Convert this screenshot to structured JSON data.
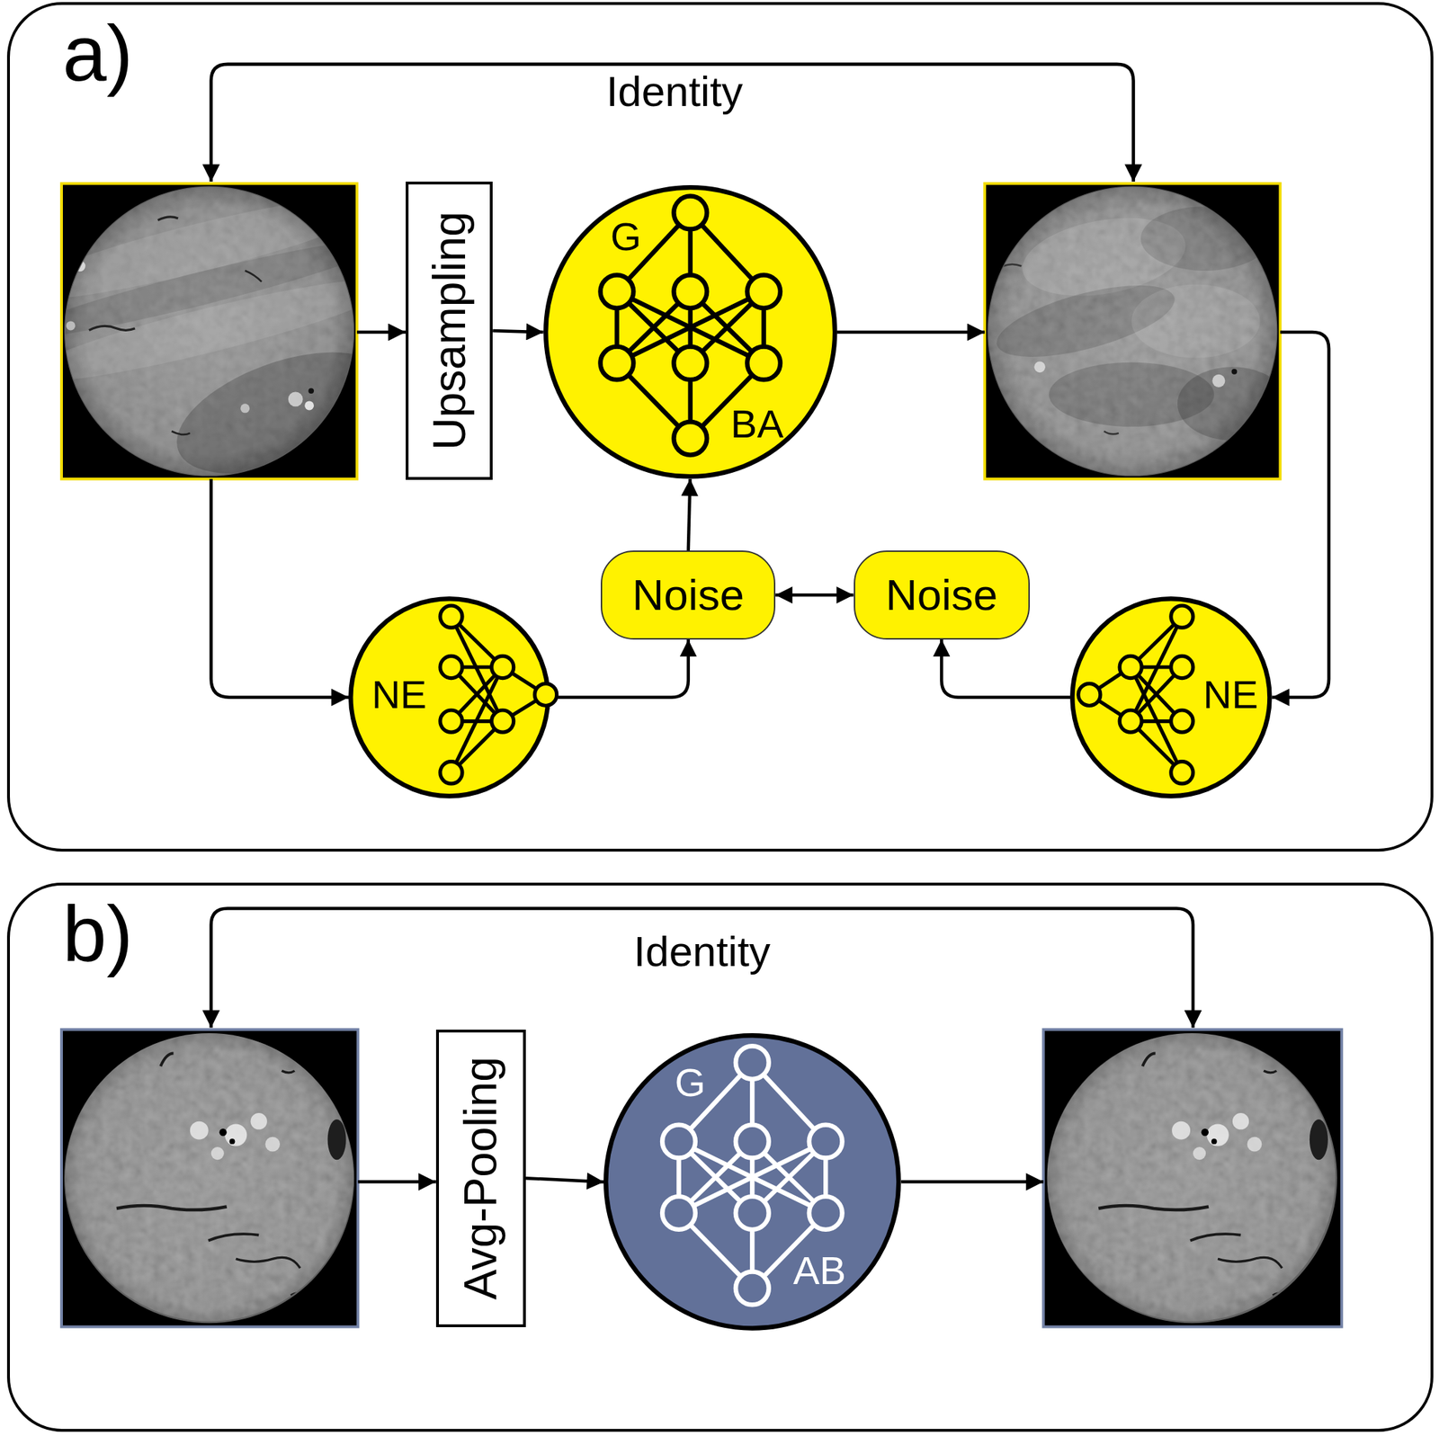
{
  "diagram": {
    "nodes": [
      {
        "text": [
          "a)"
        ]
      },
      {
        "text": [
          "Upsampling"
        ],
        "in": 0
      },
      {
        "text": [
          "G",
          "BA"
        ],
        "in": 0
      },
      {
        "text": [
          "NE"
        ],
        "in": 0
      },
      {
        "text": [
          "Noise"
        ],
        "in": 0
      },
      {
        "text": [
          "Noise"
        ],
        "in": 0
      },
      {
        "text": [
          "NE"
        ],
        "in": 0
      },
      {
        "text": [
          "b)"
        ]
      },
      {
        "text": [
          "Avg-Pooling"
        ],
        "in": 7
      },
      {
        "text": [
          "G",
          "AB"
        ],
        "in": 7
      }
    ],
    "edges": [
      {
        "from": 1,
        "to": 2,
        "arrow": "to"
      },
      {
        "from": 4,
        "to": 2,
        "arrow": "to"
      },
      {
        "from": 4,
        "to": 5,
        "arrow": "both"
      },
      {
        "from": 3,
        "to": 4,
        "arrow": "to"
      },
      {
        "from": 6,
        "to": 5,
        "arrow": "to"
      },
      {
        "from": 8,
        "to": 9,
        "arrow": "to"
      }
    ],
    "labels": [
      "Identity",
      "Identity"
    ]
  }
}
